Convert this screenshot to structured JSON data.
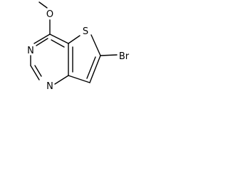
{
  "molecule": {
    "atoms": {
      "oxygen": "O",
      "sulfur": "S",
      "nitrogen_top": "N",
      "nitrogen_bottom": "N",
      "bromine": "Br"
    }
  },
  "colors": {
    "bond": "#000000",
    "label": "#000000",
    "background": "#ffffff"
  }
}
